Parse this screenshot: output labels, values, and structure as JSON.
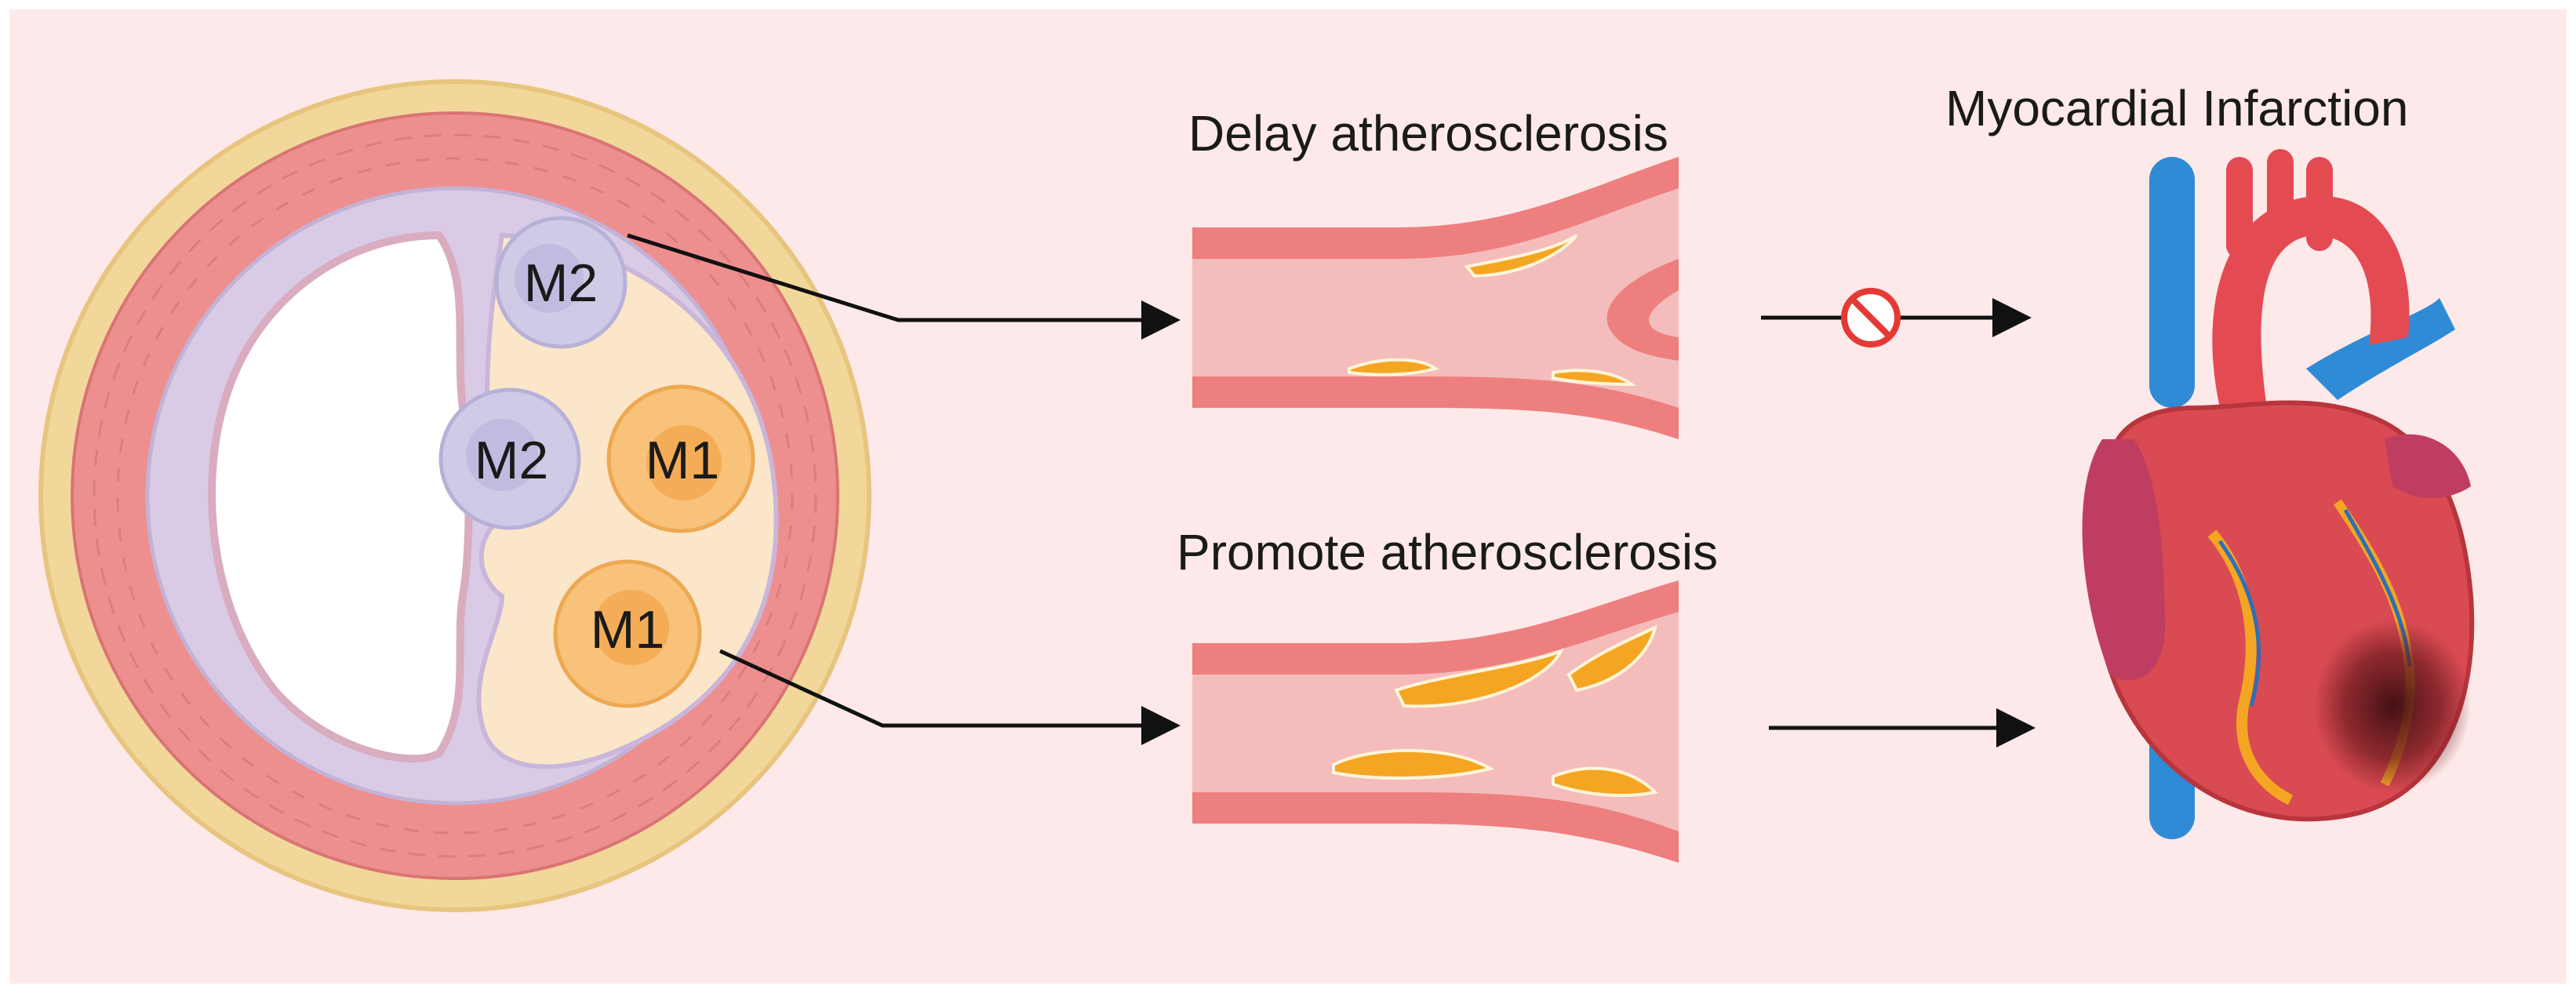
{
  "labels": {
    "delay": "Delay atherosclerosis",
    "promote": "Promote atherosclerosis",
    "outcome": "Myocardial Infarction"
  },
  "cells": {
    "m2_top": "M2",
    "m2_mid": "M2",
    "m1_mid": "M1",
    "m1_bottom": "M1"
  },
  "icons": {
    "inhibit": "prohibition-icon"
  },
  "colors": {
    "background": "#fde9e9",
    "adventitia": "#f2d79a",
    "media": "#ee8f8f",
    "intima": "#d9cbe6",
    "plaque": "#fbe6c9",
    "m2_cell": "#cfcbe6",
    "m1_cell": "#f8c27a",
    "lipid": "#f4a623",
    "prohibition": "#e53935",
    "artery_blue": "#2f8bd6",
    "heart_red": "#d94a52"
  }
}
